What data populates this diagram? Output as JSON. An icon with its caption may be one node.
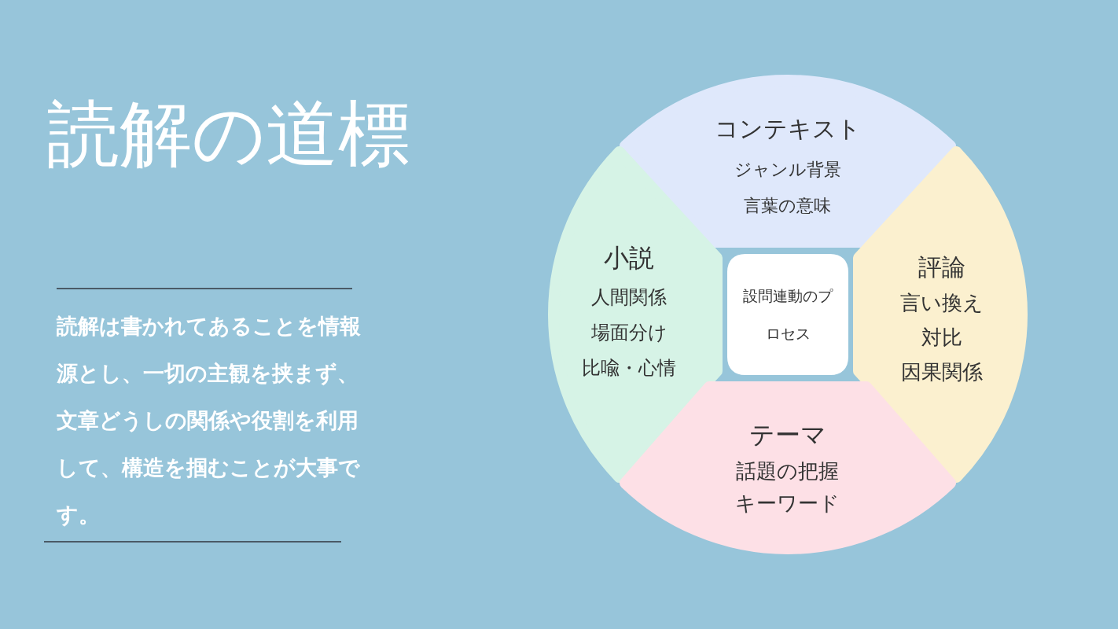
{
  "diagram": {
    "title": "読解の道標",
    "nodes": [
      {
        "text": [
          "コンテキスト",
          "ジャンル背景",
          "言葉の意味"
        ]
      },
      {
        "text": [
          "小説",
          "人間関係",
          "場面分け",
          "比喩・心情"
        ]
      },
      {
        "text": [
          "設問連動のプロセス"
        ]
      },
      {
        "text": [
          "評論",
          "言い換え",
          "対比",
          "因果関係"
        ]
      },
      {
        "text": [
          "テーマ",
          "話題の把握",
          "キーワード"
        ]
      }
    ],
    "labels": [
      "読解は書かれてあることを情報源とし、一切の主観を挟まず、文章どうしの関係や役割を利用して、構造を掴むことが大事です。"
    ]
  }
}
